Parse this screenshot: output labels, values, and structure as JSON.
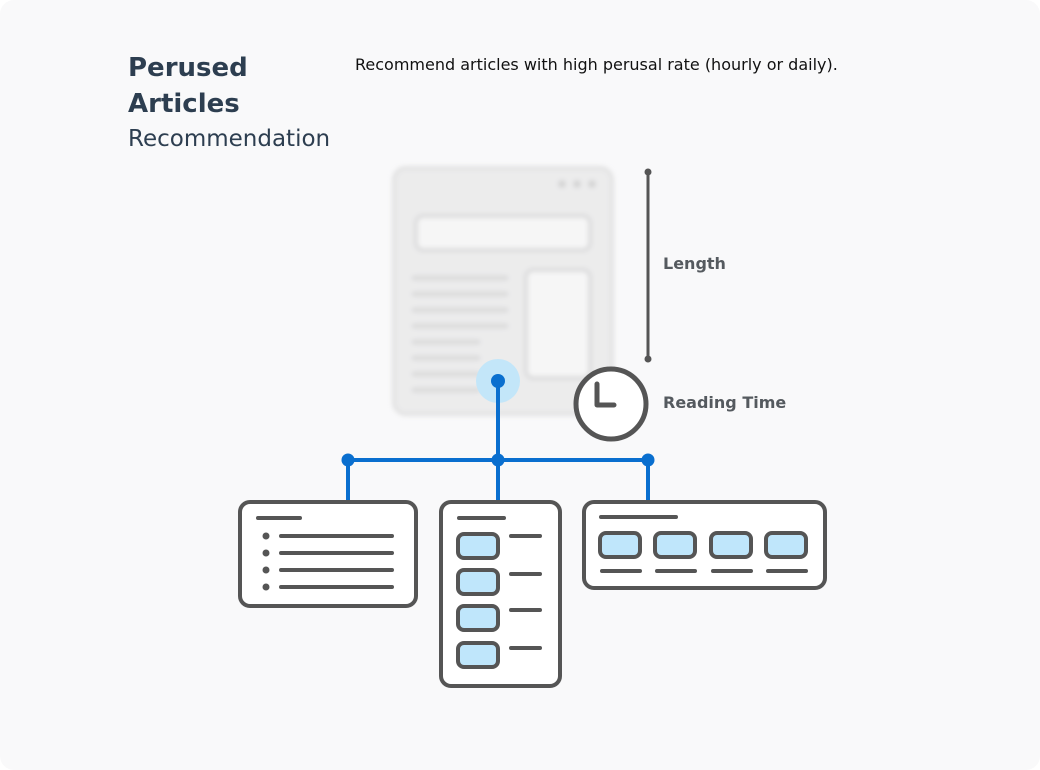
{
  "title": {
    "line1": "Perused",
    "line2": "Articles",
    "line3": "Recommendation"
  },
  "description": "Recommend articles with high perusal rate (hourly or daily).",
  "labels": {
    "length": "Length",
    "reading_time": "Reading Time"
  },
  "icons": [
    "browser-window-icon",
    "clock-icon",
    "list-panel-icon",
    "vertical-list-panel-icon",
    "horizontal-list-panel-icon"
  ],
  "colors": {
    "connector": "#0a6fcf",
    "chip_fill": "#bfe6fb",
    "outline": "#555555",
    "title": "#2d3e50"
  }
}
